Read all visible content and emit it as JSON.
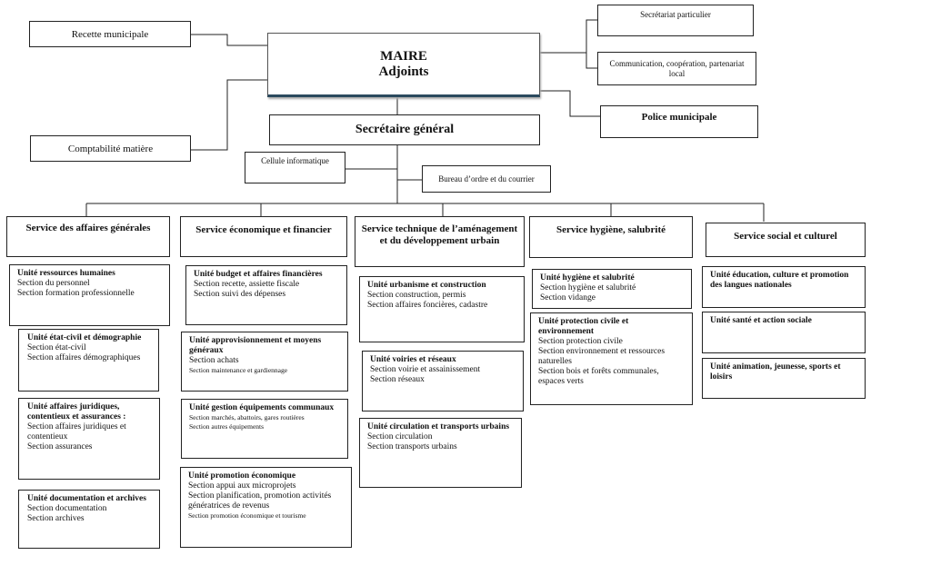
{
  "top": {
    "recette": "Recette municipale",
    "comptabilite": "Comptabilité matière",
    "maire": "MAIRE",
    "adjoints": "Adjoints",
    "secretariat": "Secrétariat particulier",
    "communication": "Communication, coopération, partenariat local",
    "police": "Police municipale",
    "secretaire": "Secrétaire général",
    "cellule": "Cellule informatique",
    "bureau": "Bureau d’ordre et du courrier"
  },
  "services": [
    {
      "title": "Service des affaires générales",
      "units": [
        {
          "title": "Unité ressources humaines",
          "sections": [
            "Section du personnel",
            "Section formation professionnelle"
          ]
        },
        {
          "title": "Unité état-civil et démographie",
          "sections": [
            "Section état-civil",
            "Section affaires démographiques"
          ]
        },
        {
          "title": "Unité affaires juridiques, contentieux et assurances :",
          "sections": [
            "Section affaires juridiques et contentieux",
            "Section assurances"
          ]
        },
        {
          "title": "Unité documentation et archives",
          "sections": [
            "Section documentation",
            "Section archives"
          ]
        }
      ]
    },
    {
      "title": "Service économique et financier",
      "units": [
        {
          "title": "Unité budget et affaires financières",
          "sections": [
            "Section recette, assiette fiscale",
            "Section suivi des dépenses"
          ]
        },
        {
          "title": "Unité approvisionnement et moyens généraux",
          "sections": [
            "Section achats",
            "Section maintenance et gardiennage"
          ]
        },
        {
          "title": "Unité gestion équipements communaux",
          "sections": [
            "Section marchés, abattoirs, gares routières",
            "Section autres équipements"
          ]
        },
        {
          "title": "Unité promotion économique",
          "sections": [
            "Section appui aux microprojets",
            "Section planification, promotion activités génératrices de revenus",
            "Section promotion économique et tourisme"
          ]
        }
      ]
    },
    {
      "title": "Service technique de l’aménagement et du développement urbain",
      "units": [
        {
          "title": "Unité urbanisme et construction",
          "sections": [
            "Section construction, permis",
            "Section affaires foncières, cadastre"
          ]
        },
        {
          "title": "Unité voiries et réseaux",
          "sections": [
            "Section voirie et assainissement",
            "Section réseaux"
          ]
        },
        {
          "title": "Unité circulation et transports urbains",
          "sections": [
            "Section circulation",
            "Section transports urbains"
          ]
        }
      ]
    },
    {
      "title": "Service hygiène, salubrité",
      "units": [
        {
          "title": "Unité hygiène et salubrité",
          "sections": [
            "Section hygiène et salubrité",
            "Section vidange"
          ]
        },
        {
          "title": "Unité protection civile et environnement",
          "sections": [
            "Section protection civile",
            "Section environnement et ressources naturelles",
            "Section bois et forêts communales, espaces verts"
          ]
        }
      ]
    },
    {
      "title": "Service social et culturel",
      "units": [
        {
          "title": "Unité éducation, culture et promotion des langues nationales",
          "sections": []
        },
        {
          "title": "Unité santé et action sociale",
          "sections": []
        },
        {
          "title": "Unité animation, jeunesse, sports et loisirs",
          "sections": []
        }
      ]
    }
  ]
}
